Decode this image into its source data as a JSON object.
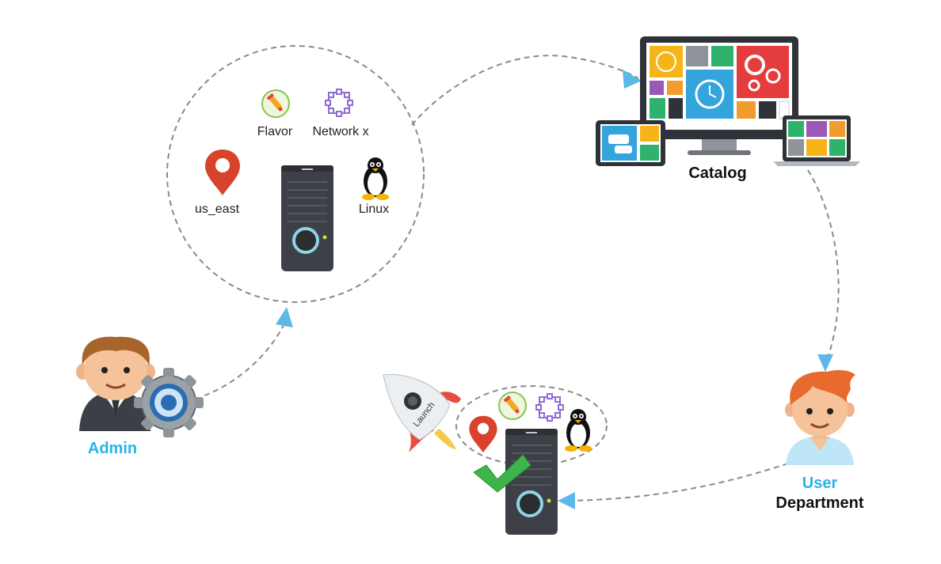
{
  "labels": {
    "flavor": "Flavor",
    "network": "Network x",
    "region": "us_east",
    "os": "Linux",
    "catalog": "Catalog",
    "admin": "Admin",
    "user": "User",
    "department": "Department",
    "launch": "Launch"
  },
  "icons": {
    "flavor": "test-tube-icon",
    "network": "network-ring-icon",
    "region": "location-pin-icon",
    "os": "linux-penguin-icon",
    "server": "server-tower-icon",
    "catalog": "devices-catalog-icon",
    "admin": "admin-person-icon",
    "gear": "gear-icon",
    "user": "user-person-icon",
    "rocket": "rocket-icon",
    "check": "checkmark-icon"
  },
  "colors": {
    "arrow": "#5bb8e8",
    "dashed": "#8a8a8a",
    "accent_blue": "#2ab3e6",
    "pin_red": "#d9432b",
    "server_dark": "#3d4047",
    "check_green": "#3db54a"
  }
}
